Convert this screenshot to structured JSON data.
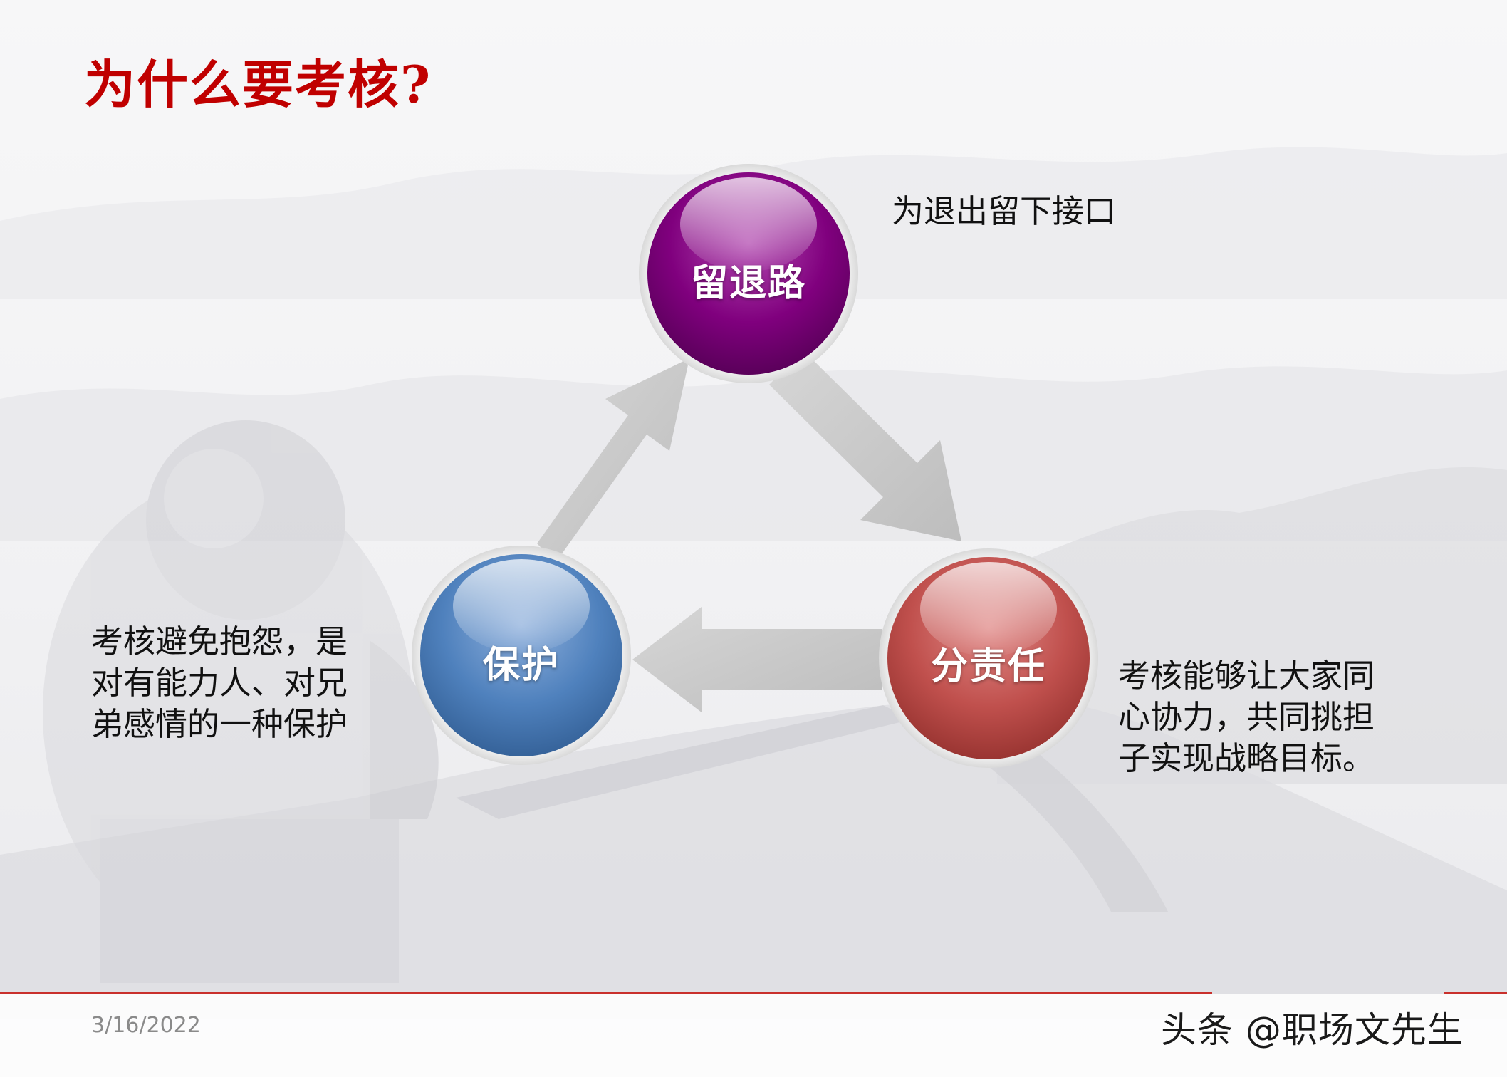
{
  "slide": {
    "title": "为什么要考核?",
    "date": "3/16/2022",
    "watermark": "头条 @职场文先生",
    "colors": {
      "title": "#c00000",
      "top_circle": "#80007e",
      "right_circle": "#c0504d",
      "left_circle": "#4f81bd",
      "arrow": "#c8c8c8",
      "rule": "#c9302c"
    }
  },
  "cycle": {
    "top": {
      "label": "留退路",
      "note": "为退出留下接口"
    },
    "right": {
      "label": "分责任",
      "note": "考核能够让大家同\n心协力，共同挑担\n子实现战略目标。"
    },
    "left": {
      "label": "保护",
      "note": "考核避免抱怨，是\n对有能力人、对兄\n弟感情的一种保护"
    }
  }
}
